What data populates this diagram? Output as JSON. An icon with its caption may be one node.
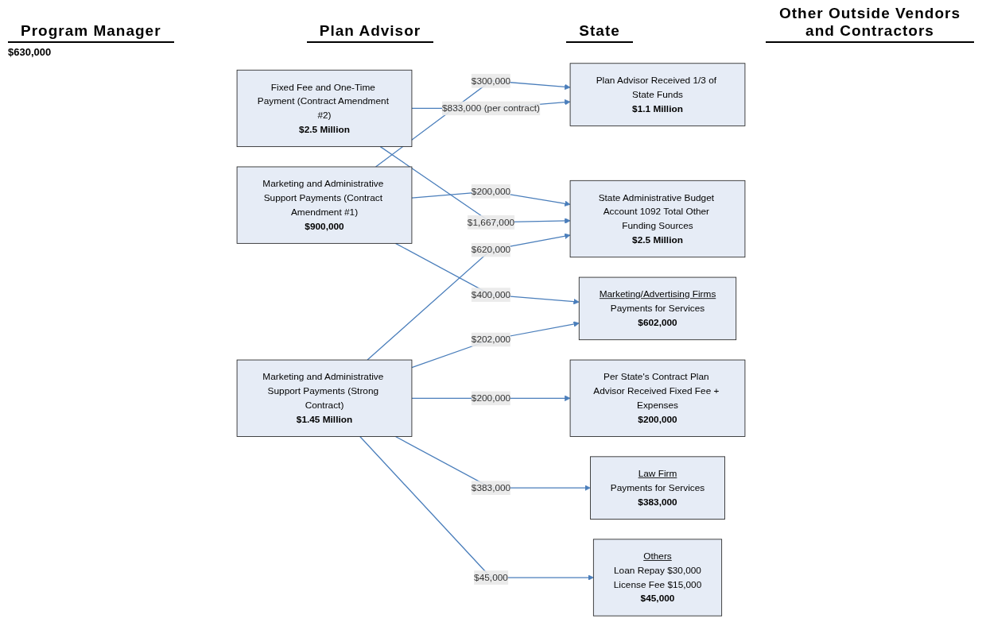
{
  "diagram": {
    "nodes": [
      {
        "text": [
          "Marketing and Administrative Support Payments (Contract Amendment #1)",
          "$900,000"
        ]
      },
      {
        "text": [
          "Fixed Fee and One-Time Payment (Contract Amendment #2)",
          "$2.5 Million"
        ]
      },
      {
        "text": [
          "Plan Advisor Received 1/3 of State Funds",
          "$1.1 Million"
        ]
      },
      {
        "text": [
          "Marketing and Administrative Support Payments (Strong Contract)",
          "$1.45 Million"
        ]
      },
      {
        "text": [
          "Per State's Contract Plan Advisor Received Fixed Fee + Expenses",
          "$200,000"
        ]
      },
      {
        "text": [
          "State Administrative Budget Account 1092 Total Other Funding Sources",
          "$2.5 Million"
        ]
      },
      {
        "text": [
          "Marketing/Advertising Firms",
          "Payments for Services",
          "$602,000"
        ]
      },
      {
        "text": [
          "Law Firm",
          "Payments for Services",
          "$383,000"
        ]
      },
      {
        "text": [
          "Others",
          "Loan Repay $30,000",
          "License Fee $15,000",
          "$45,000"
        ]
      }
    ],
    "edges": [
      {
        "from": 0,
        "to": 2,
        "arrow": "to",
        "label": "$300,000"
      },
      {
        "from": 0,
        "to": 5,
        "arrow": "to",
        "label": "$200,000"
      },
      {
        "from": 0,
        "to": 6,
        "arrow": "to",
        "label": "$400,000"
      },
      {
        "from": 1,
        "to": 2,
        "arrow": "to",
        "label": "$833,000 (per contract)"
      },
      {
        "from": 1,
        "to": 5,
        "arrow": "to",
        "label": "$1,667,000"
      },
      {
        "from": 3,
        "to": 4,
        "arrow": "to",
        "label": "$200,000"
      },
      {
        "from": 3,
        "to": 5,
        "arrow": "to",
        "label": "$620,000"
      },
      {
        "from": 3,
        "to": 6,
        "arrow": "to",
        "label": "$202,000"
      },
      {
        "from": 3,
        "to": 7,
        "arrow": "to",
        "label": "$383,000"
      },
      {
        "from": 3,
        "to": 8,
        "arrow": "to",
        "label": "$45,000"
      }
    ],
    "labels": [
      "Program Manager",
      "Plan Advisor",
      "State",
      "Other Outside Vendors and Contractors",
      "$630,000"
    ]
  }
}
